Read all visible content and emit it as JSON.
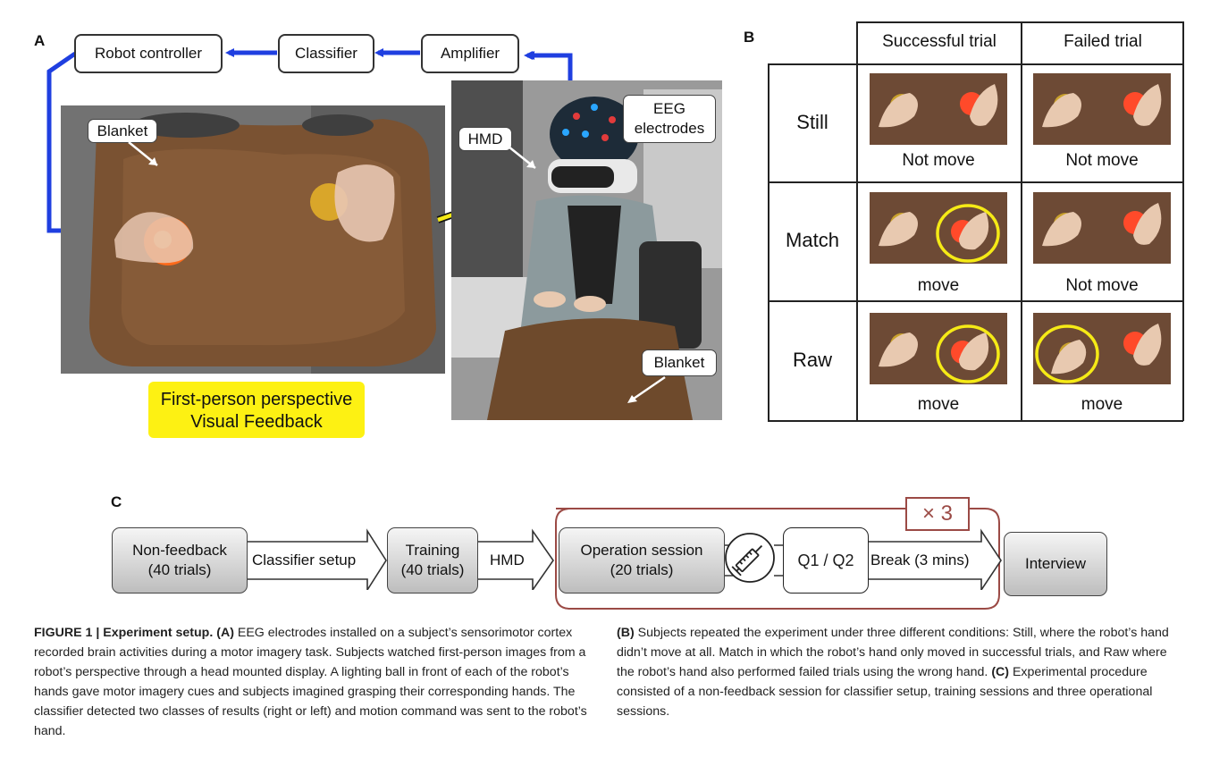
{
  "panel_labels": {
    "a": "A",
    "b": "B",
    "c": "C"
  },
  "panel_a": {
    "flow": {
      "robot_controller": "Robot controller",
      "classifier": "Classifier",
      "amplifier": "Amplifier"
    },
    "callouts": {
      "blanket_left": "Blanket",
      "hmd": "HMD",
      "eeg_line1": "EEG",
      "eeg_line2": "electrodes",
      "blanket_right": "Blanket"
    },
    "feedback_label": {
      "line1": "First-person perspective",
      "line2": "Visual Feedback"
    }
  },
  "panel_b": {
    "col_headers": [
      "Successful trial",
      "Failed trial"
    ],
    "rows": [
      {
        "label": "Still",
        "successful": "Not move",
        "failed": "Not move"
      },
      {
        "label": "Match",
        "successful": "move",
        "failed": "Not move"
      },
      {
        "label": "Raw",
        "successful": "move",
        "failed": "move"
      }
    ]
  },
  "panel_c": {
    "non_feedback": {
      "line1": "Non-feedback",
      "line2": "(40 trials)"
    },
    "classifier_setup": "Classifier setup",
    "training": {
      "line1": "Training",
      "line2": "(40 trials)"
    },
    "hmd": "HMD",
    "repeat_badge": "× 3",
    "operation": {
      "line1": "Operation session",
      "line2": "(20 trials)"
    },
    "questionnaire": "Q1 / Q2",
    "break": "Break (3 mins)",
    "interview": "Interview"
  },
  "caption": {
    "fig_label": "FIGURE 1 | Experiment setup.",
    "a_tag": "(A)",
    "a_text": " EEG electrodes installed on a subject’s sensorimotor cortex recorded brain activities during a motor imagery task. Subjects watched first-person images from a robot’s perspective through a head mounted display. A lighting ball in front of each of the robot’s hands gave motor imagery cues and subjects imagined grasping their corresponding hands. The classifier detected two classes of results (right or left) and motion command was sent to the robot’s hand. ",
    "b_tag": "(B)",
    "b_text": " Subjects repeated the experiment under three different conditions: Still, where the robot’s hand didn’t move at all. Match in which the robot’s hand only moved in successful trials, and Raw where the robot’s hand also performed failed trials using the wrong hand. ",
    "c_tag": "(C)",
    "c_text": " Experimental procedure consisted of a non-feedback session for classifier setup, training sessions and three operational sessions."
  }
}
